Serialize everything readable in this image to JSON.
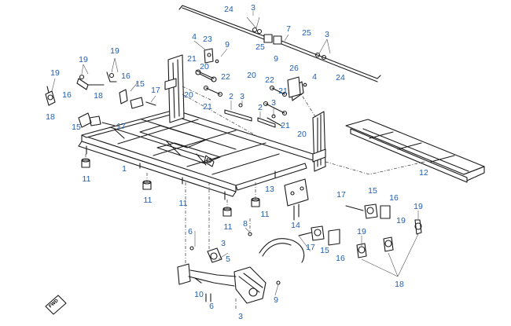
{
  "diagram": {
    "callouts": {
      "c24a": "24",
      "c3a": "3",
      "c7": "7",
      "c25a": "25",
      "c3b": "3",
      "c25b": "25",
      "c24b": "24",
      "c4a": "4",
      "c23": "23",
      "c9a": "9",
      "c21a": "21",
      "c20a": "20",
      "c19a": "19",
      "c19b": "19",
      "c19c": "19",
      "c18a": "18",
      "c16a": "16",
      "c15a": "15",
      "c18b": "18",
      "c16b": "16",
      "c17a": "17",
      "c22a": "22",
      "c20b": "20",
      "c20c": "20",
      "c21b": "21",
      "c2a": "2",
      "c3c": "3",
      "c9b": "9",
      "c26": "26",
      "c22b": "22",
      "c4b": "4",
      "c21c": "21",
      "c2b": "2",
      "c3d": "3",
      "c21d": "21",
      "c20d": "20",
      "c15b": "15",
      "c17b": "17",
      "c1": "1",
      "c11a": "11",
      "c11b": "11",
      "c11c": "11",
      "c11d": "11",
      "c11e": "11",
      "c12": "12",
      "c13": "13",
      "c14": "14",
      "c17c": "17",
      "c15c": "15",
      "c16c": "16",
      "c19d": "19",
      "c19e": "19",
      "c17d": "17",
      "c15d": "15",
      "c16d": "16",
      "c19f": "19",
      "c18c": "18",
      "c6a": "6",
      "c3e": "3",
      "c5": "5",
      "c8": "8",
      "c10": "10",
      "c6b": "6",
      "c9c": "9",
      "c3f": "3"
    },
    "fwd_label": "FWD",
    "colors": {
      "callout": "#1f5fb0",
      "line": "#1a1a1a"
    }
  }
}
